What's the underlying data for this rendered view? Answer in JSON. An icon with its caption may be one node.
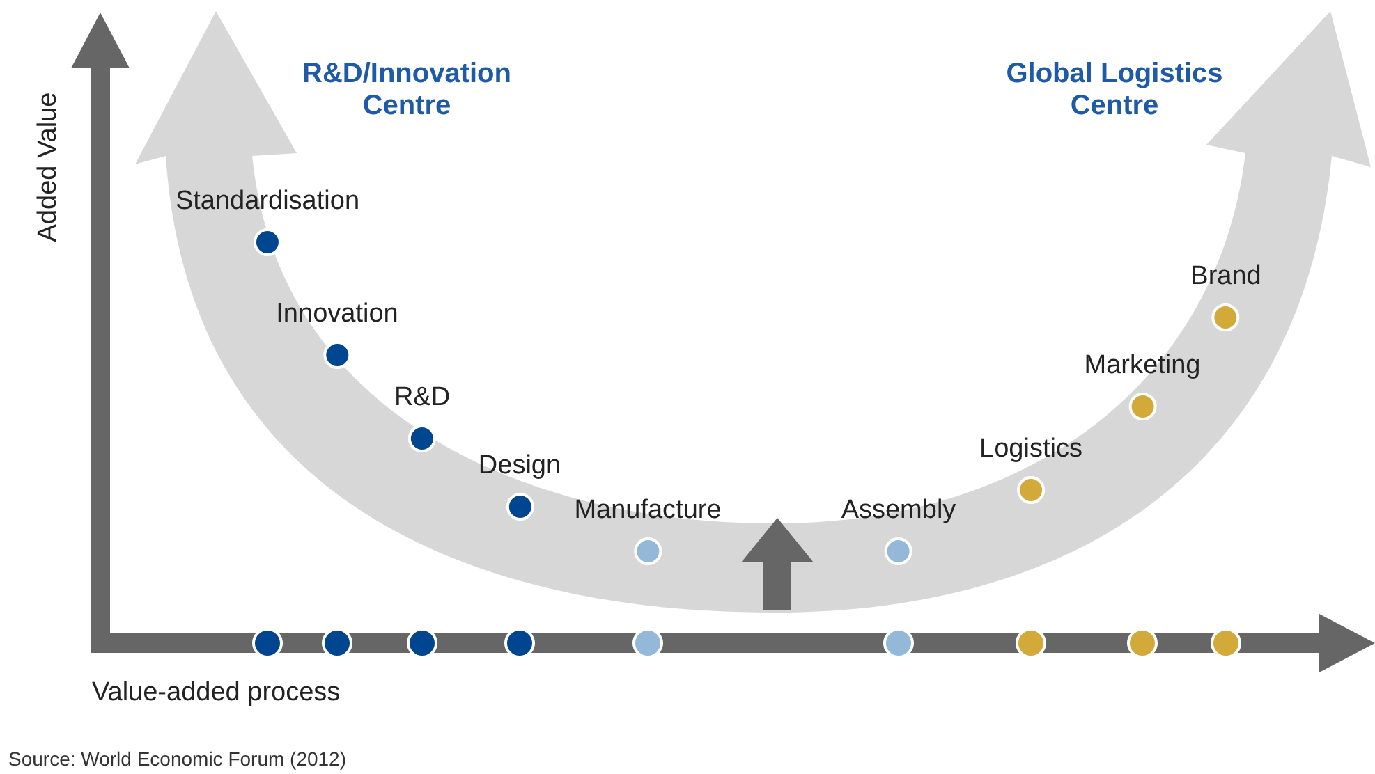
{
  "diagram": {
    "caption": "Source: World Economic Forum (2012)",
    "nodes": [
      {
        "text": [
          "Standardisation"
        ]
      },
      {
        "text": [
          "Innovation"
        ]
      },
      {
        "text": [
          "R&D"
        ]
      },
      {
        "text": [
          "Design"
        ]
      },
      {
        "text": [
          "Manufacture"
        ]
      },
      {
        "text": [
          "Assembly"
        ]
      },
      {
        "text": [
          "Logistics"
        ]
      },
      {
        "text": [
          "Marketing"
        ]
      },
      {
        "text": [
          "Brand"
        ]
      }
    ],
    "edges": [],
    "labels": [
      "R&D/Innovation Centre",
      "Global Logistics Centre",
      "Added Value",
      "Value-added process"
    ]
  }
}
